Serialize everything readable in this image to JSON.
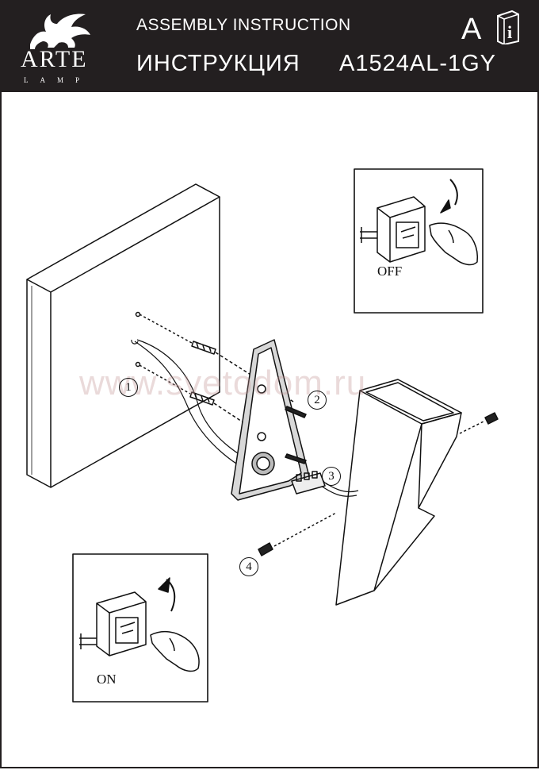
{
  "header": {
    "logo_word": "ARTE",
    "logo_sub": "LAMP",
    "title_en": "ASSEMBLY  INSTRUCTION",
    "title_ru": "ИНСТРУКЦИЯ",
    "model": "A1524AL-1GY",
    "letter": "A",
    "info_glyph": "i"
  },
  "watermark": "www.svetodom.ru",
  "insets": {
    "off_label": "OFF",
    "on_label": "ON"
  },
  "steps": [
    "1",
    "2",
    "3",
    "4"
  ],
  "icons": {
    "logo": "griffin-icon",
    "info": "info-book-icon"
  }
}
